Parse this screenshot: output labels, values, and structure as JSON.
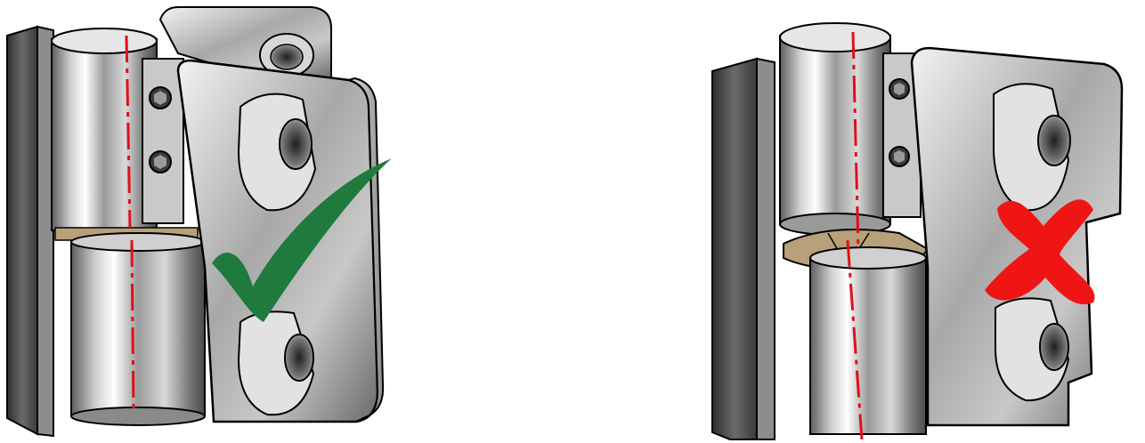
{
  "figures": [
    {
      "id": "aligned-hinge",
      "verdict": "correct",
      "verdict_icon": "check-mark-icon",
      "verdict_color": "#1f7a3e",
      "axis_line_color": "#e0101a"
    },
    {
      "id": "misaligned-hinge",
      "verdict": "incorrect",
      "verdict_icon": "cross-mark-icon",
      "verdict_color": "#f01515",
      "axis_line_color": "#e0101a"
    }
  ],
  "colors": {
    "outline": "#000000",
    "bushing": "#b8a07a"
  }
}
